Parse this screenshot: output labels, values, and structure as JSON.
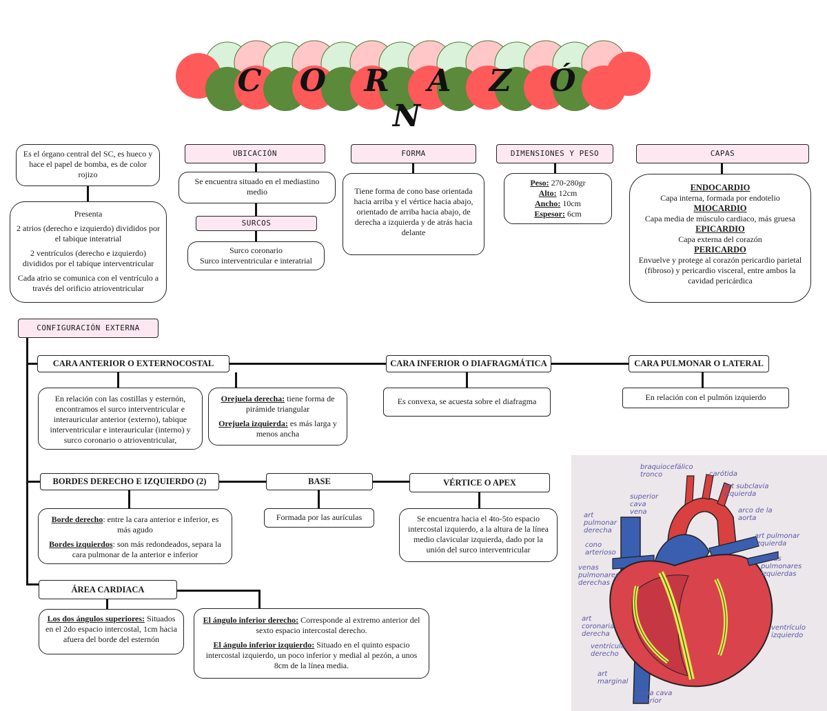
{
  "title": "C O R A Z Ó N",
  "intro": "Es el órgano central del SC, es hueco y hace el papel de bomba, es de color rojizo",
  "presenta": {
    "heading": "Presenta",
    "items": [
      "2 atrios (derecho e izquierdo) divididos por el tabique interatrial",
      "2 ventrículos (derecho e izquierdo) divididos por el tabique interventricular",
      "Cada atrio se comunica con el ventrículo a través del orificio atrioventricular"
    ]
  },
  "ubicacion": {
    "label": "UBICACIÓN",
    "text": "Se encuentra situado en el mediastino medio"
  },
  "surcos": {
    "label": "SURCOS",
    "lines": [
      "Surco coronario",
      "Surco interventricular e interatrial"
    ]
  },
  "forma": {
    "label": "FORMA",
    "text": "Tiene forma de cono base orientada hacia arriba y el vértice hacia abajo, orientado de arriba hacia abajo, de derecha a izquierda y de atrás hacia delante"
  },
  "dimensiones": {
    "label": "DIMENSIONES Y PESO",
    "rows": [
      {
        "key": "Peso:",
        "value": " 270-280gr"
      },
      {
        "key": "Alto:",
        "value": " 12cm"
      },
      {
        "key": "Ancho:",
        "value": " 10cm"
      },
      {
        "key": "Espesor:",
        "value": " 6cm"
      }
    ]
  },
  "capas": {
    "label": "CAPAS",
    "items": [
      {
        "name": "ENDOCARDIO",
        "desc": "Capa interna, formada por endotelio"
      },
      {
        "name": "MIOCARDIO",
        "desc": "Capa media de músculo cardiaco, más gruesa"
      },
      {
        "name": "EPICARDIO",
        "desc": "Capa externa del corazón"
      },
      {
        "name": "PERICARDO",
        "desc": "Envuelve y protege al corazón pericardio parietal (fibroso) y pericardio visceral, entre ambos la cavidad pericárdica"
      }
    ]
  },
  "config": {
    "label": "CONFIGURACIÓN EXTERNA"
  },
  "cara_anterior": {
    "header": "CARA ANTERIOR O EXTERNOCOSTAL",
    "text": "En relación con las costillas y esternón, encontramos el surco interventricular e interauricular anterior (externo), tabique interventricular e interauricular (interno) y surco coronario o atrioventricular,",
    "orejuela_der_key": "Orejuela derecha:",
    "orejuela_der_val": " tiene forma de pirámide triangular",
    "orejuela_izq_key": "Orejuela izquierda:",
    "orejuela_izq_val": " es más larga y menos ancha"
  },
  "cara_inferior": {
    "header": "CARA INFERIOR O DIAFRAGMÁTICA",
    "text": "Es convexa, se acuesta sobre el diafragma"
  },
  "cara_pulmonar": {
    "header": "CARA PULMONAR O LATERAL",
    "text": "En relación con el pulmón izquierdo"
  },
  "bordes": {
    "header": "BORDES DERECHO E IZQUIERDO (2)",
    "der_key": "Borde derecho",
    "der_val": ": entre la cara anterior e inferior, es más agudo",
    "izq_key": "Bordes izquierdos",
    "izq_val": ": son más redondeados, separa la cara pulmonar de la anterior e inferior"
  },
  "base": {
    "header": "BASE",
    "text": "Formada por las aurículas"
  },
  "vertice": {
    "header": "VÉRTICE O APEX",
    "text": "Se encuentra hacia el 4to-5to espacio intercostal izquierdo, a la altura de la línea medio clavicular izquierda, dado por la unión del surco interventricular"
  },
  "area": {
    "header": "ÁREA CARDIACA",
    "sup_key": "Los dos ángulos superiores:",
    "sup_val": " Situados en el 2do espacio intercostal, 1cm hacia afuera del borde del esternón",
    "inf_der_key": "El ángulo inferior derecho:",
    "inf_der_val": " Corresponde al extremo anterior del sexto espacio intercostal derecho.",
    "inf_izq_key": "El ángulo inferior izquierdo:",
    "inf_izq_val": " Situado en el quinto espacio intercostal izquierdo, un poco inferior y medial al pezón, a unos 8cm de la línea media."
  },
  "photo_labels": [
    "braquiocefálico tronco",
    "carótida",
    "superior cava vena",
    "art subclavia izquierda",
    "arco de la aorta",
    "art pulmonar derecha",
    "art pulmonar izquierda",
    "cono arterioso",
    "venas pulmonares derechas",
    "venas pulmonares izquierdas",
    "art coronaria derecha",
    "ventrículo izquierdo",
    "ventrículo derecho",
    "art marginal",
    "vena cava inferior"
  ],
  "colors": {
    "pink_circle": "#ffc7c7",
    "pale_green_circle": "#d9f2d9",
    "red_circle": "#ff5a5a",
    "green_circle": "#5a8a3a",
    "label_bg": "#fde8f1"
  }
}
